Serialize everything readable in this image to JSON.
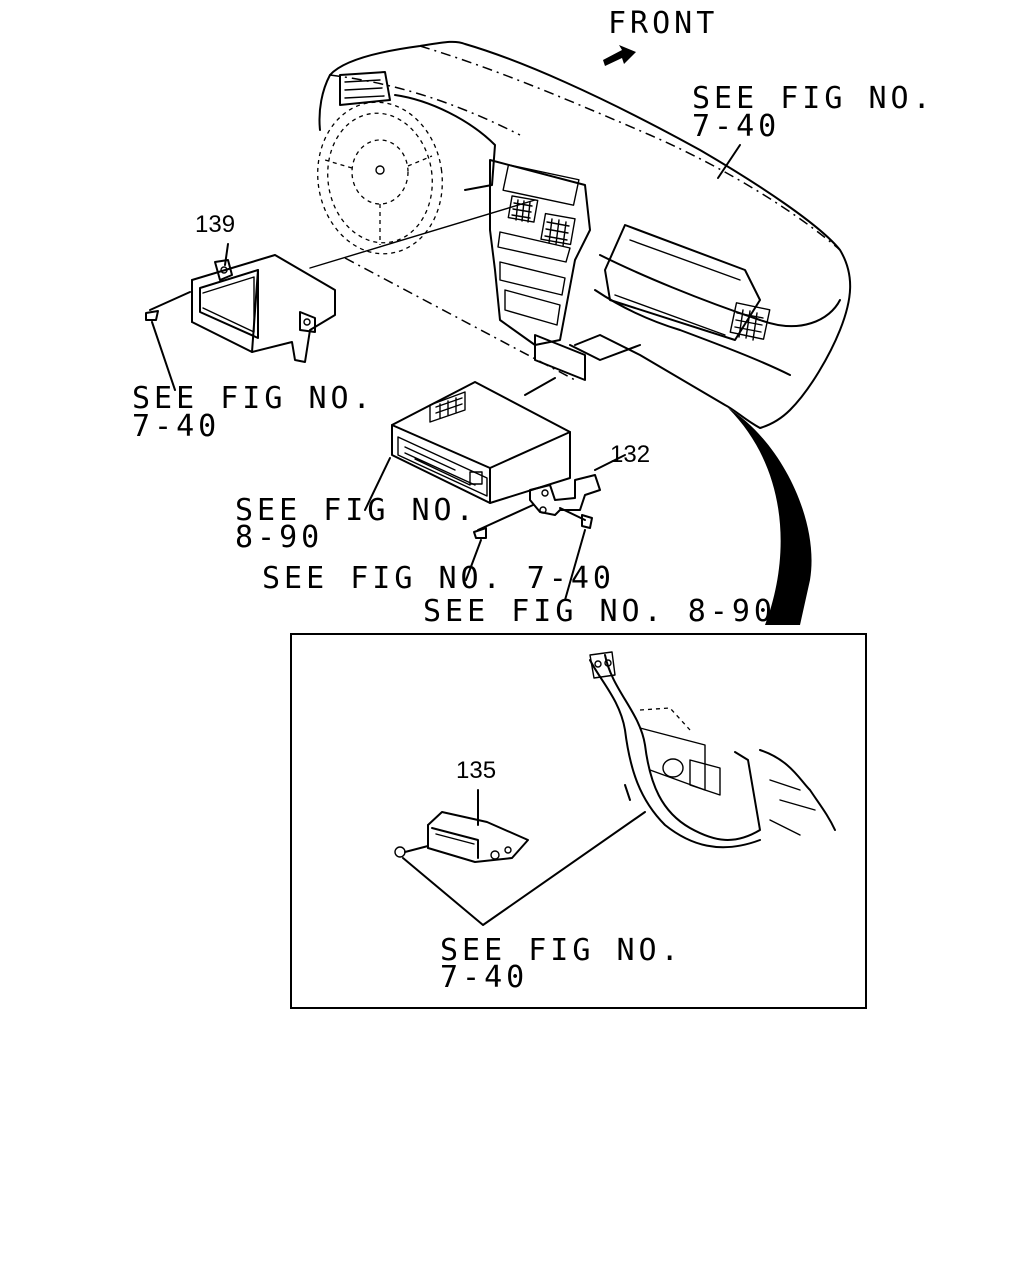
{
  "labels": {
    "front": "FRONT",
    "dash_ref_line1": "SEE FIG NO.",
    "dash_ref_line2": "7-40",
    "pocket_ref_line1": "SEE FIG NO.",
    "pocket_ref_line2": "7-40",
    "radio_ref_line1": "SEE FIG NO.",
    "radio_ref_line2": "8-90",
    "screw_ref_7_40": "SEE FIG NO. 7-40",
    "screw_ref_8_90": "SEE FIG NO. 8-90",
    "inset_ref_line1": "SEE FIG NO.",
    "inset_ref_line2": "7-40"
  },
  "parts": {
    "p139": "139",
    "p132": "132",
    "p135": "135"
  }
}
